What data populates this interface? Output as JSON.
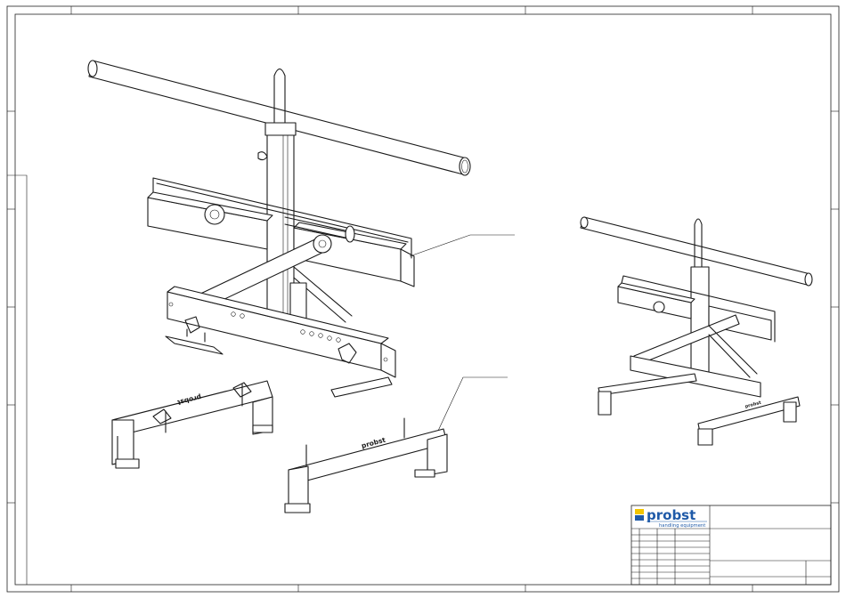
{
  "title_block": {
    "brand": "probst",
    "tagline": "handling equipment",
    "accent_blue": "#1f5aa8",
    "accent_yellow": "#f2c500"
  },
  "parts": {
    "left_rail_brand": "probst",
    "right_rail_brand": "probst",
    "small_view_rail_brand": "probst"
  }
}
